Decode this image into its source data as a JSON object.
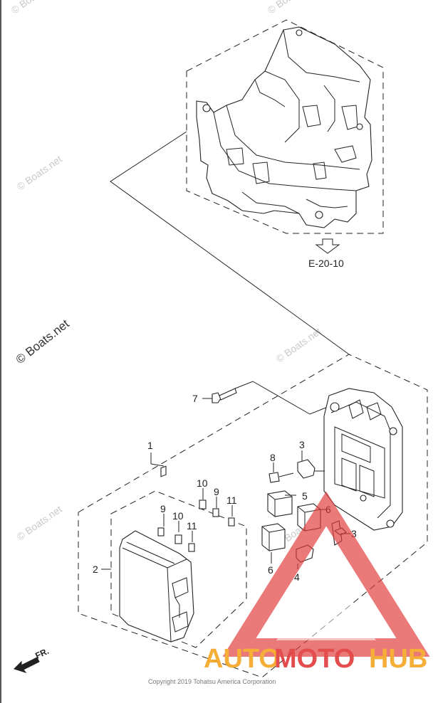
{
  "watermarks": {
    "main": "© Boats.net",
    "faint": "© Boats.net"
  },
  "reference": {
    "label": "E-20-10"
  },
  "callouts": [
    {
      "id": "1",
      "label": "1"
    },
    {
      "id": "2",
      "label": "2"
    },
    {
      "id": "3a",
      "label": "3"
    },
    {
      "id": "3b",
      "label": "3"
    },
    {
      "id": "4",
      "label": "4"
    },
    {
      "id": "5",
      "label": "5"
    },
    {
      "id": "6a",
      "label": "6"
    },
    {
      "id": "6b",
      "label": "6"
    },
    {
      "id": "7",
      "label": "7"
    },
    {
      "id": "8",
      "label": "8"
    },
    {
      "id": "9a",
      "label": "9"
    },
    {
      "id": "9b",
      "label": "9"
    },
    {
      "id": "10a",
      "label": "10"
    },
    {
      "id": "10b",
      "label": "10"
    },
    {
      "id": "11a",
      "label": "11"
    },
    {
      "id": "11b",
      "label": "11"
    }
  ],
  "direction": {
    "label": "FR."
  },
  "copyright": "Copyright 2019 Tohatsu America Corporation",
  "logo": {
    "part1": "AUTO",
    "part2": "MOTO",
    "part3": "HUB",
    "color_orange": "#F5A623",
    "color_red": "#E03A3A"
  }
}
